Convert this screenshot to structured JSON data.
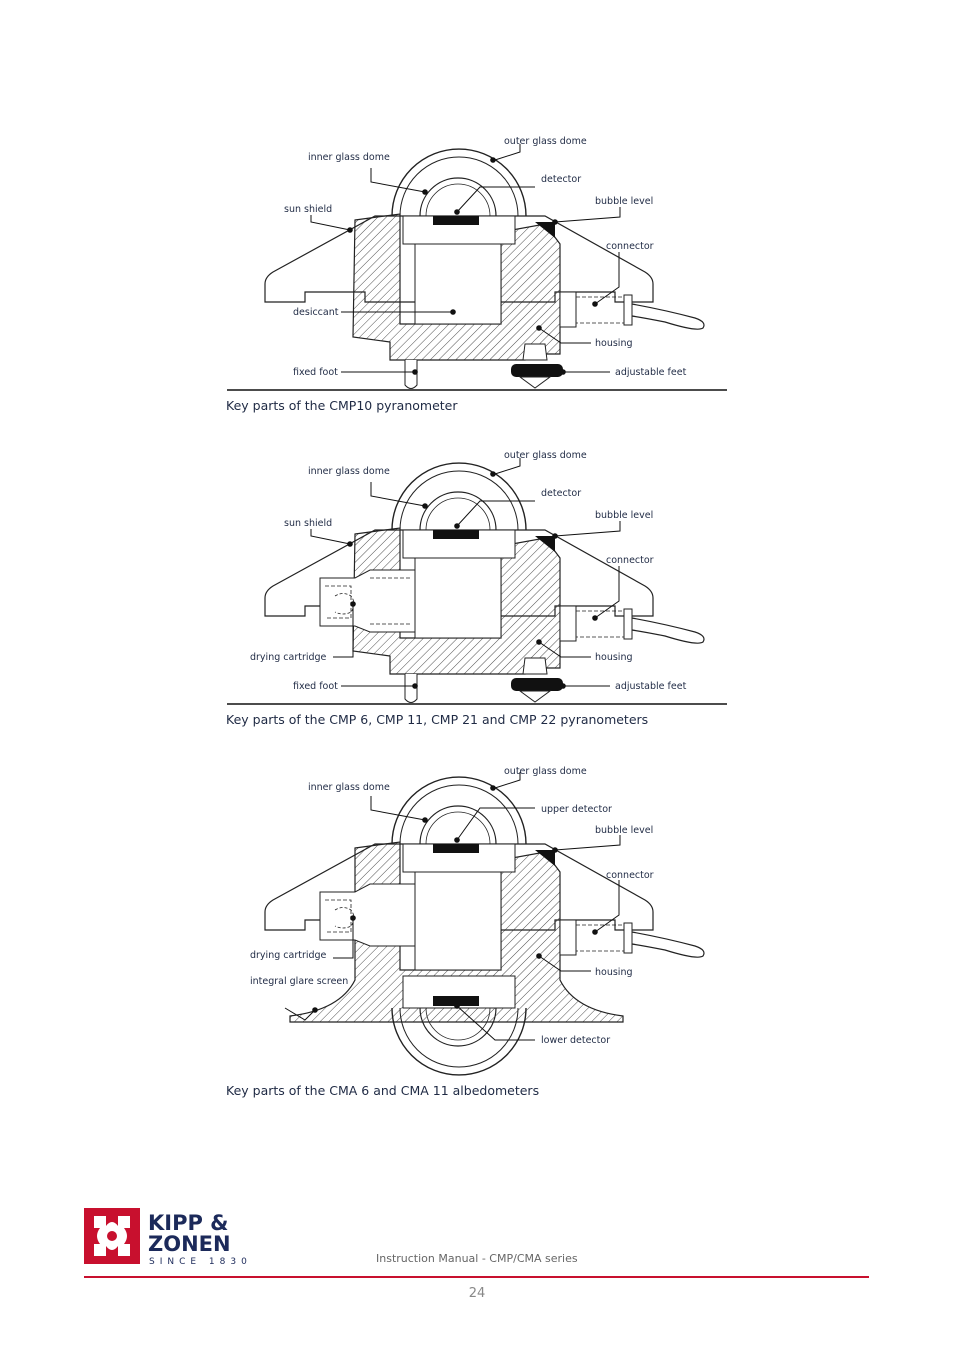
{
  "figures": [
    {
      "caption": "Key parts of the CMP10 pyranometer",
      "labels": {
        "outer_glass_dome": "outer glass dome",
        "inner_glass_dome": "inner glass dome",
        "detector": "detector",
        "sun_shield": "sun shield",
        "bubble_level": "bubble level",
        "connector": "connector",
        "desiccant": "desiccant",
        "housing": "housing",
        "fixed_foot": "fixed foot",
        "adjustable_feet": "adjustable feet"
      }
    },
    {
      "caption": "Key parts of the CMP 6, CMP 11, CMP 21 and CMP 22 pyranometers",
      "labels": {
        "outer_glass_dome": "outer glass dome",
        "inner_glass_dome": "inner glass dome",
        "detector": "detector",
        "sun_shield": "sun shield",
        "bubble_level": "bubble level",
        "connector": "connector",
        "drying_cartridge": "drying cartridge",
        "housing": "housing",
        "fixed_foot": "fixed foot",
        "adjustable_feet": "adjustable feet"
      }
    },
    {
      "caption": "Key parts of the CMA 6 and CMA 11 albedometers",
      "labels": {
        "outer_glass_dome": "outer glass dome",
        "inner_glass_dome": "inner glass dome",
        "upper_detector": "upper detector",
        "bubble_level": "bubble level",
        "connector": "connector",
        "drying_cartridge": "drying cartridge",
        "housing": "housing",
        "integral_glare_screen": "integral glare screen",
        "lower_detector": "lower detector"
      }
    }
  ],
  "footer": {
    "logo_line1": "KIPP &",
    "logo_line2": "ZONEN",
    "logo_since": "SINCE 1830",
    "manual_title": "Instruction Manual - CMP/CMA series",
    "page_number": "24"
  },
  "colors": {
    "brand_red": "#c8102e",
    "logo_navy": "#1c2a5a",
    "text": "#1f2a44"
  }
}
